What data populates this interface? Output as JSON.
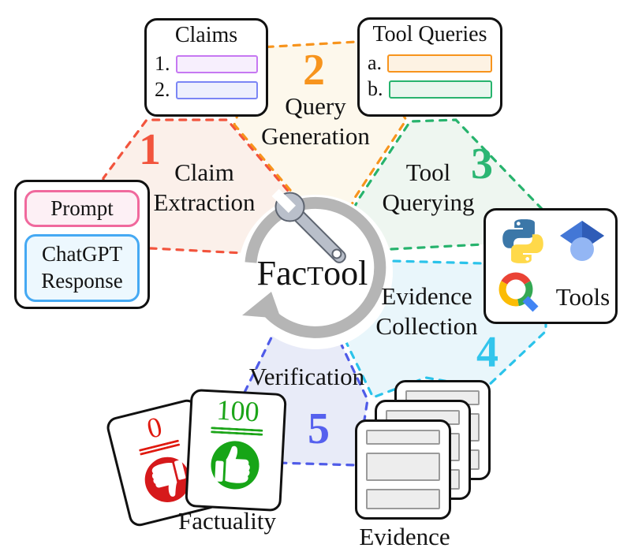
{
  "diagram": {
    "center": {
      "title_parts": {
        "a": "Fac",
        "b": "T",
        "c": "ool"
      },
      "icon": "wrench"
    },
    "stages": [
      {
        "num": "1",
        "label": "Claim Extraction",
        "color": "#f2543d"
      },
      {
        "num": "2",
        "label": "Query Generation",
        "color": "#f7941d"
      },
      {
        "num": "3",
        "label": "Tool Querying",
        "color": "#2bb673"
      },
      {
        "num": "4",
        "label": "Evidence Collection",
        "color": "#33c5ec"
      },
      {
        "num": "5",
        "label": "Verification",
        "color": "#5560ee"
      }
    ],
    "claims_box": {
      "title": "Claims",
      "items": [
        {
          "label": "1.",
          "bar_color": "#c678f2"
        },
        {
          "label": "2.",
          "bar_color": "#7b86f5"
        }
      ]
    },
    "tool_queries_box": {
      "title": "Tool Queries",
      "items": [
        {
          "label": "a.",
          "bar_color": "#f7941d"
        },
        {
          "label": "b.",
          "bar_color": "#27b36d"
        }
      ]
    },
    "input_box": {
      "prompt": "Prompt",
      "response": "ChatGPT Response"
    },
    "tools_box": {
      "label": "Tools",
      "icons": [
        "python-icon",
        "google-scholar-icon",
        "google-search-icon"
      ]
    },
    "evidence": {
      "label": "Evidence"
    },
    "factuality": {
      "label": "Factuality",
      "cards": [
        {
          "score": "0",
          "sentiment": "thumbs-down",
          "color": "#e01a10"
        },
        {
          "score": "100",
          "sentiment": "thumbs-up",
          "color": "#1ca519"
        }
      ]
    },
    "palette": {
      "ring": "#b5b5b5",
      "sector_fills": [
        "#fbf0ea",
        "#fdf8ec",
        "#eef6f0",
        "#e9f6fb",
        "#e8ebf8"
      ]
    }
  }
}
